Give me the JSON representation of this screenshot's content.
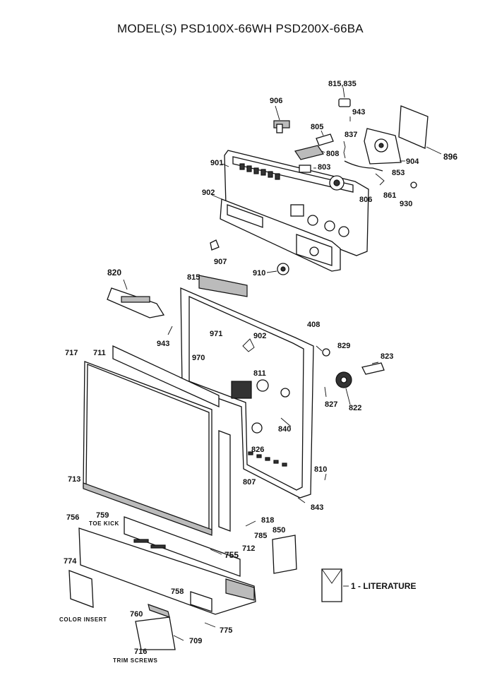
{
  "header": {
    "title": "MODEL(S) PSD100X-66WH  PSD200X-66BA"
  },
  "callouts": [
    "815,835",
    "906",
    "943",
    "805",
    "837",
    "896",
    "808",
    "904",
    "901",
    "803",
    "853",
    "806",
    "861",
    "902",
    "930",
    "907",
    "910",
    "820",
    "815",
    "408",
    "943",
    "971",
    "902",
    "829",
    "823",
    "717",
    "711",
    "970",
    "811",
    "827",
    "822",
    "840",
    "826",
    "810",
    "807",
    "713",
    "843",
    "756",
    "759",
    "818",
    "850",
    "785",
    "712",
    "755",
    "774",
    "758",
    "760",
    "775",
    "709",
    "716"
  ],
  "notes": {
    "toe_kick": "TOE KICK",
    "color_insert": "COLOR INSERT",
    "trim_screws": "TRIM SCREWS"
  },
  "literature": {
    "label": "1 - LITERATURE"
  }
}
